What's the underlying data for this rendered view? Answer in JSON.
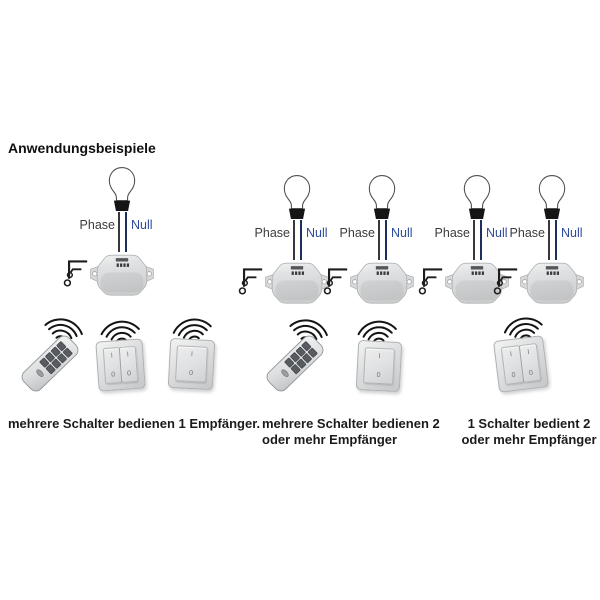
{
  "title": "Anwendungsbeispiele",
  "wiring": {
    "phase_label": "Phase",
    "null_label": "Null"
  },
  "switch_marks": {
    "on": "I",
    "off": "0"
  },
  "colors": {
    "background": "#ffffff",
    "phase_text": "#3b3b3c",
    "null_text": "#2e4a9c",
    "phase_wire": "#38383a",
    "null_wire": "#1e2e5e",
    "caption_text": "#1b1b1b",
    "device_gray": "#d5d7d8"
  },
  "icons": {
    "bulb": "light-bulb-outline-icon",
    "receiver": "flush-mount-radio-receiver-module",
    "switch_symbol": "electrical-switch-schematic-icon",
    "radio_waves": "radio-waves-icon",
    "remote": "handheld-remote-control",
    "wall_switch_single": "single-rocker-wall-switch",
    "wall_switch_double": "double-rocker-wall-switch"
  },
  "sections": [
    {
      "caption_lines": [
        "mehrere Schalter bedienen 1 Empfänger."
      ],
      "receivers_shown": 1,
      "transmitters_shown": [
        "remote control",
        "double wall switch",
        "single wall switch"
      ]
    },
    {
      "caption_lines": [
        "mehrere Schalter bedienen 2",
        "oder mehr Empfänger"
      ],
      "receivers_shown": 2,
      "transmitters_shown": [
        "remote control",
        "single wall switch"
      ]
    },
    {
      "caption_lines": [
        "1 Schalter bedient 2",
        "oder mehr Empfänger"
      ],
      "receivers_shown": 2,
      "transmitters_shown": [
        "double wall switch"
      ]
    }
  ]
}
